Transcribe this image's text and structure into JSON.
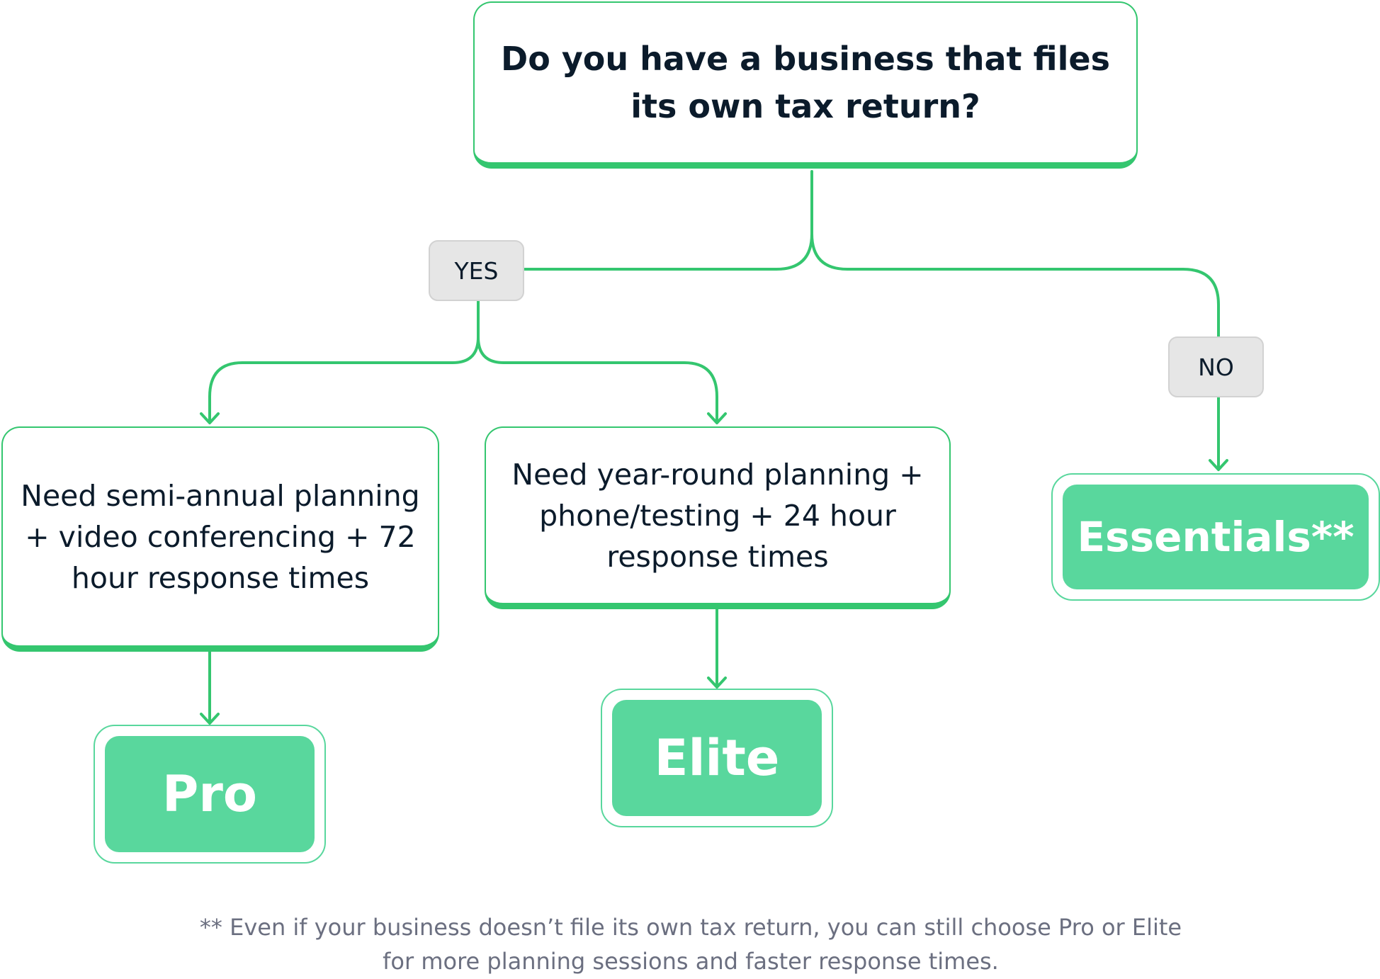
{
  "root_question": "Do you have a business that files its own tax return?",
  "branches": {
    "yes_label": "YES",
    "no_label": "NO"
  },
  "yes_options": [
    {
      "condition": "Need semi-annual planning + video conferencing + 72 hour response times",
      "plan": "Pro"
    },
    {
      "condition": "Need year-round planning + phone/testing + 24 hour response times",
      "plan": "Elite"
    }
  ],
  "no_option": {
    "plan": "Essentials**"
  },
  "footnote": "** Even if your business doesn’t file its own tax return, you can still choose Pro or Elite for more planning sessions and faster response times.",
  "colors": {
    "accent": "#34c66f",
    "plan_fill": "#59d79d",
    "tag_fill": "#e6e6e6",
    "text_dark": "#0b1b2b",
    "footnote_text": "#6b6f80"
  }
}
